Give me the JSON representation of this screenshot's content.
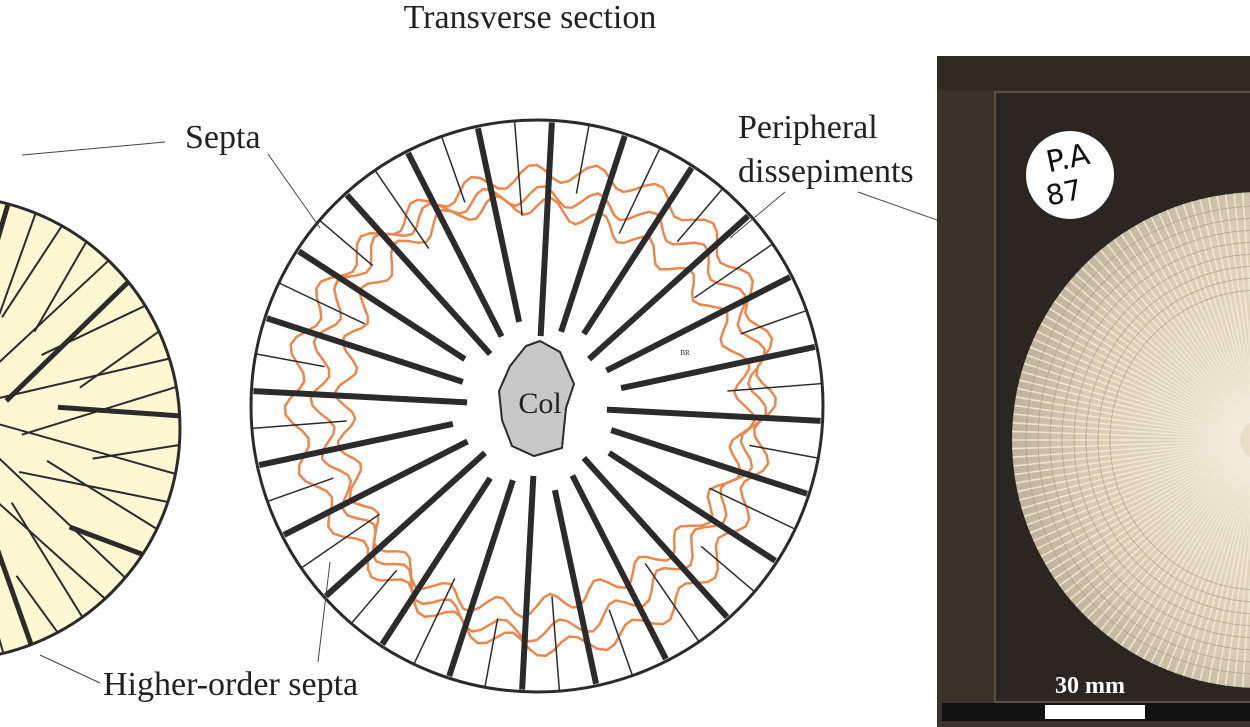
{
  "title": "Transverse section",
  "labels": {
    "septa": "Septa",
    "peripheral_line1": "Peripheral",
    "peripheral_line2": "dissepiments",
    "higher_order": "Higher-order septa",
    "columella": "Col",
    "artist_initials": "BR"
  },
  "photo": {
    "sticker_line1": "P.A",
    "sticker_line2": "87",
    "scale_text": "30 mm"
  },
  "colors": {
    "left_fill": "#fdf8d2",
    "outline": "#2b2b2b",
    "dissepiment": "#e8884f",
    "columella_fill": "#c8c8c8",
    "photo_bg": "#3a332c",
    "specimen": "#d8ccb4"
  }
}
